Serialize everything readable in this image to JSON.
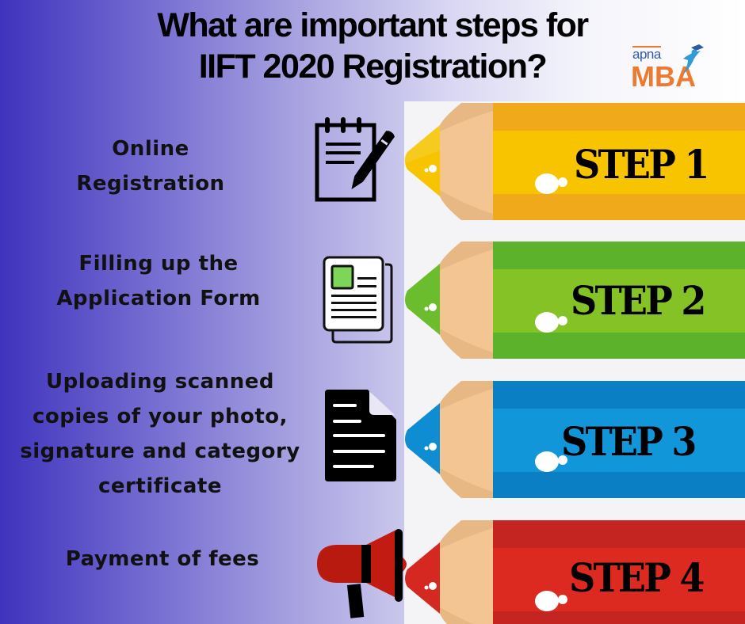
{
  "title": {
    "line1": "What are important steps for",
    "line2": "IIFT 2020 Registration?"
  },
  "logo": {
    "top_text": "apna",
    "bottom_text": "MBA",
    "icon": "graduate-figure-icon"
  },
  "colors": {
    "background_gradient_start": "#3f33bd",
    "background_gradient_end": "#ffffff",
    "panel": "#f4f4f6",
    "logo_orange": "#ec7a31",
    "logo_blue": "#2f5aa8"
  },
  "steps": [
    {
      "label": "STEP 1",
      "text_lines": [
        "Online",
        "Registration"
      ],
      "icon": "notepad-pencil-icon",
      "pencil_colors": {
        "dark": "#f0a91a",
        "light": "#f8c400"
      }
    },
    {
      "label": "STEP 2",
      "text_lines": [
        "Filling up the",
        "Application Form"
      ],
      "icon": "application-form-icon",
      "pencil_colors": {
        "dark": "#5db22c",
        "light": "#84c225"
      }
    },
    {
      "label": "STEP 3",
      "text_lines": [
        "Uploading scanned",
        "copies of your photo,",
        "signature and category",
        "certificate"
      ],
      "icon": "document-icon",
      "pencil_colors": {
        "dark": "#0a7fc4",
        "light": "#1196da"
      }
    },
    {
      "label": "STEP 4",
      "text_lines": [
        "Payment of fees"
      ],
      "icon": "megaphone-icon",
      "pencil_colors": {
        "dark": "#c42521",
        "light": "#dc2a20"
      }
    }
  ]
}
